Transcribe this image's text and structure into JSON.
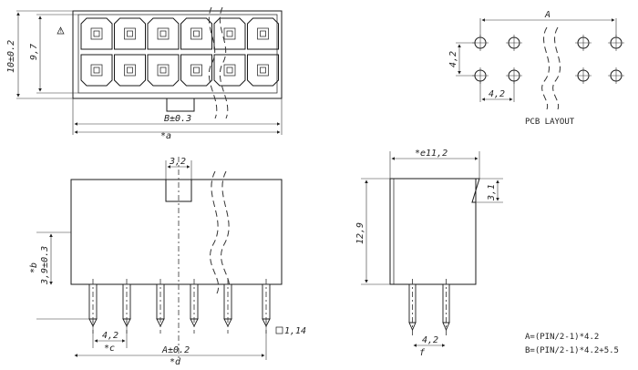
{
  "top_view": {
    "dim_height_outer": "10±0.2",
    "dim_height_inner": "9,7",
    "dim_b": "B±0.3",
    "dim_a": "*a",
    "warning_symbol": "warning-triangle-icon",
    "cavity_rows": 2,
    "cavity_cols": 6
  },
  "pcb_layout": {
    "dim_a": "A",
    "dim_pitch_v": "4,2",
    "dim_pitch_h": "4,2",
    "title": "PCB LAYOUT"
  },
  "front_view": {
    "dim_latch": "3,2",
    "dim_pin_len": "3,9±0.3",
    "dim_pin_len_star": "*b",
    "dim_pitch": "4,2",
    "dim_c": "*c",
    "dim_a": "A±0.2",
    "dim_d": "*d",
    "dim_pin_sq": "1,14"
  },
  "side_view": {
    "dim_width": "*e11,2",
    "dim_latch_h": "3,1",
    "dim_height": "12,9",
    "dim_pitch": "4,2",
    "dim_f": "f"
  },
  "formulas": {
    "line_a": "A=(PIN/2-1)*4.2",
    "line_b": "B=(PIN/2-1)*4.2+5.5"
  }
}
